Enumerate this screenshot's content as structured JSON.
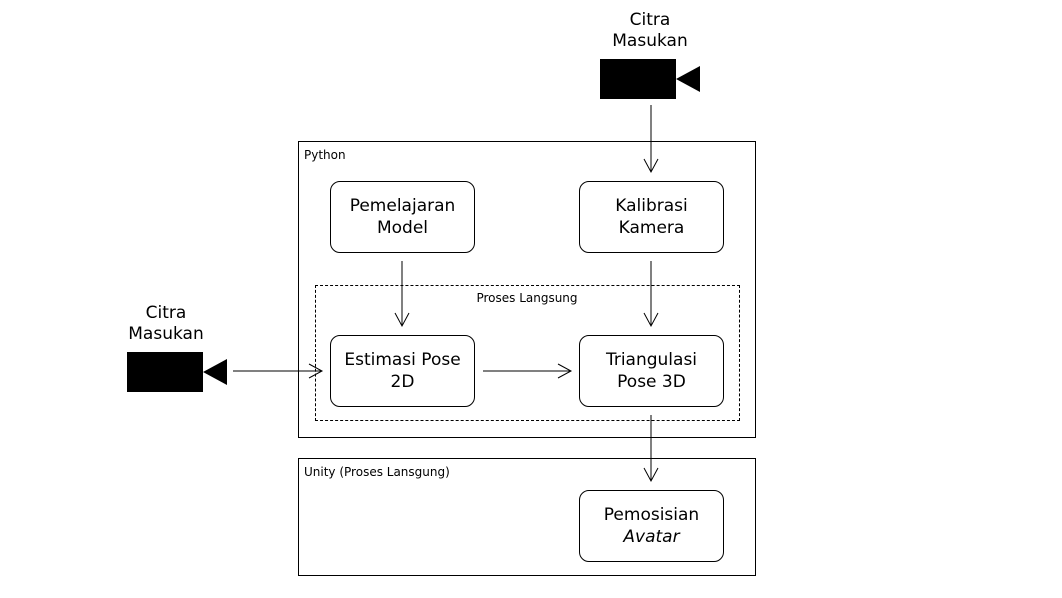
{
  "containers": {
    "python": "Python",
    "unity": "Unity (Proses Lansgung)",
    "live": "Proses Langsung"
  },
  "nodes": {
    "model_training": [
      "Pemelajaran",
      "Model"
    ],
    "camera_calibration": [
      "Kalibrasi",
      "Kamera"
    ],
    "pose_2d": [
      "Estimasi Pose",
      "2D"
    ],
    "triangulation": [
      "Triangulasi",
      "Pose 3D"
    ],
    "avatar": [
      "Pemosisian",
      "Avatar"
    ]
  },
  "inputs": {
    "top": [
      "Citra",
      "Masukan"
    ],
    "left": [
      "Citra",
      "Masukan"
    ]
  },
  "icons": {
    "camera": "video-camera-icon"
  }
}
